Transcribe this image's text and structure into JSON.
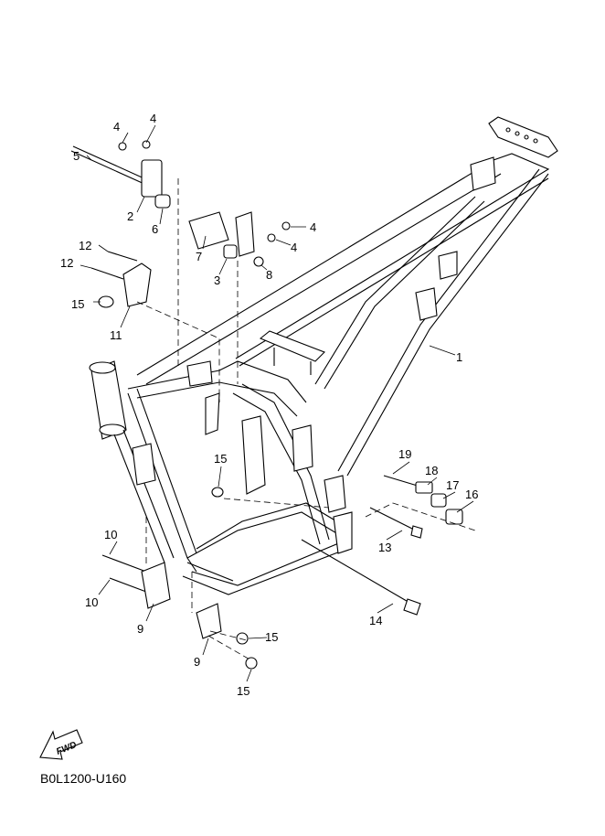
{
  "diagram": {
    "title": "Frame",
    "code": "B0L1200-U160",
    "fwd_label": "FWD",
    "callouts": [
      "4",
      "4",
      "5",
      "2",
      "6",
      "7",
      "3",
      "8",
      "4",
      "4",
      "12",
      "12",
      "15",
      "11",
      "1",
      "19",
      "18",
      "17",
      "16",
      "15",
      "13",
      "10",
      "10",
      "9",
      "14",
      "15",
      "9",
      "15"
    ]
  }
}
